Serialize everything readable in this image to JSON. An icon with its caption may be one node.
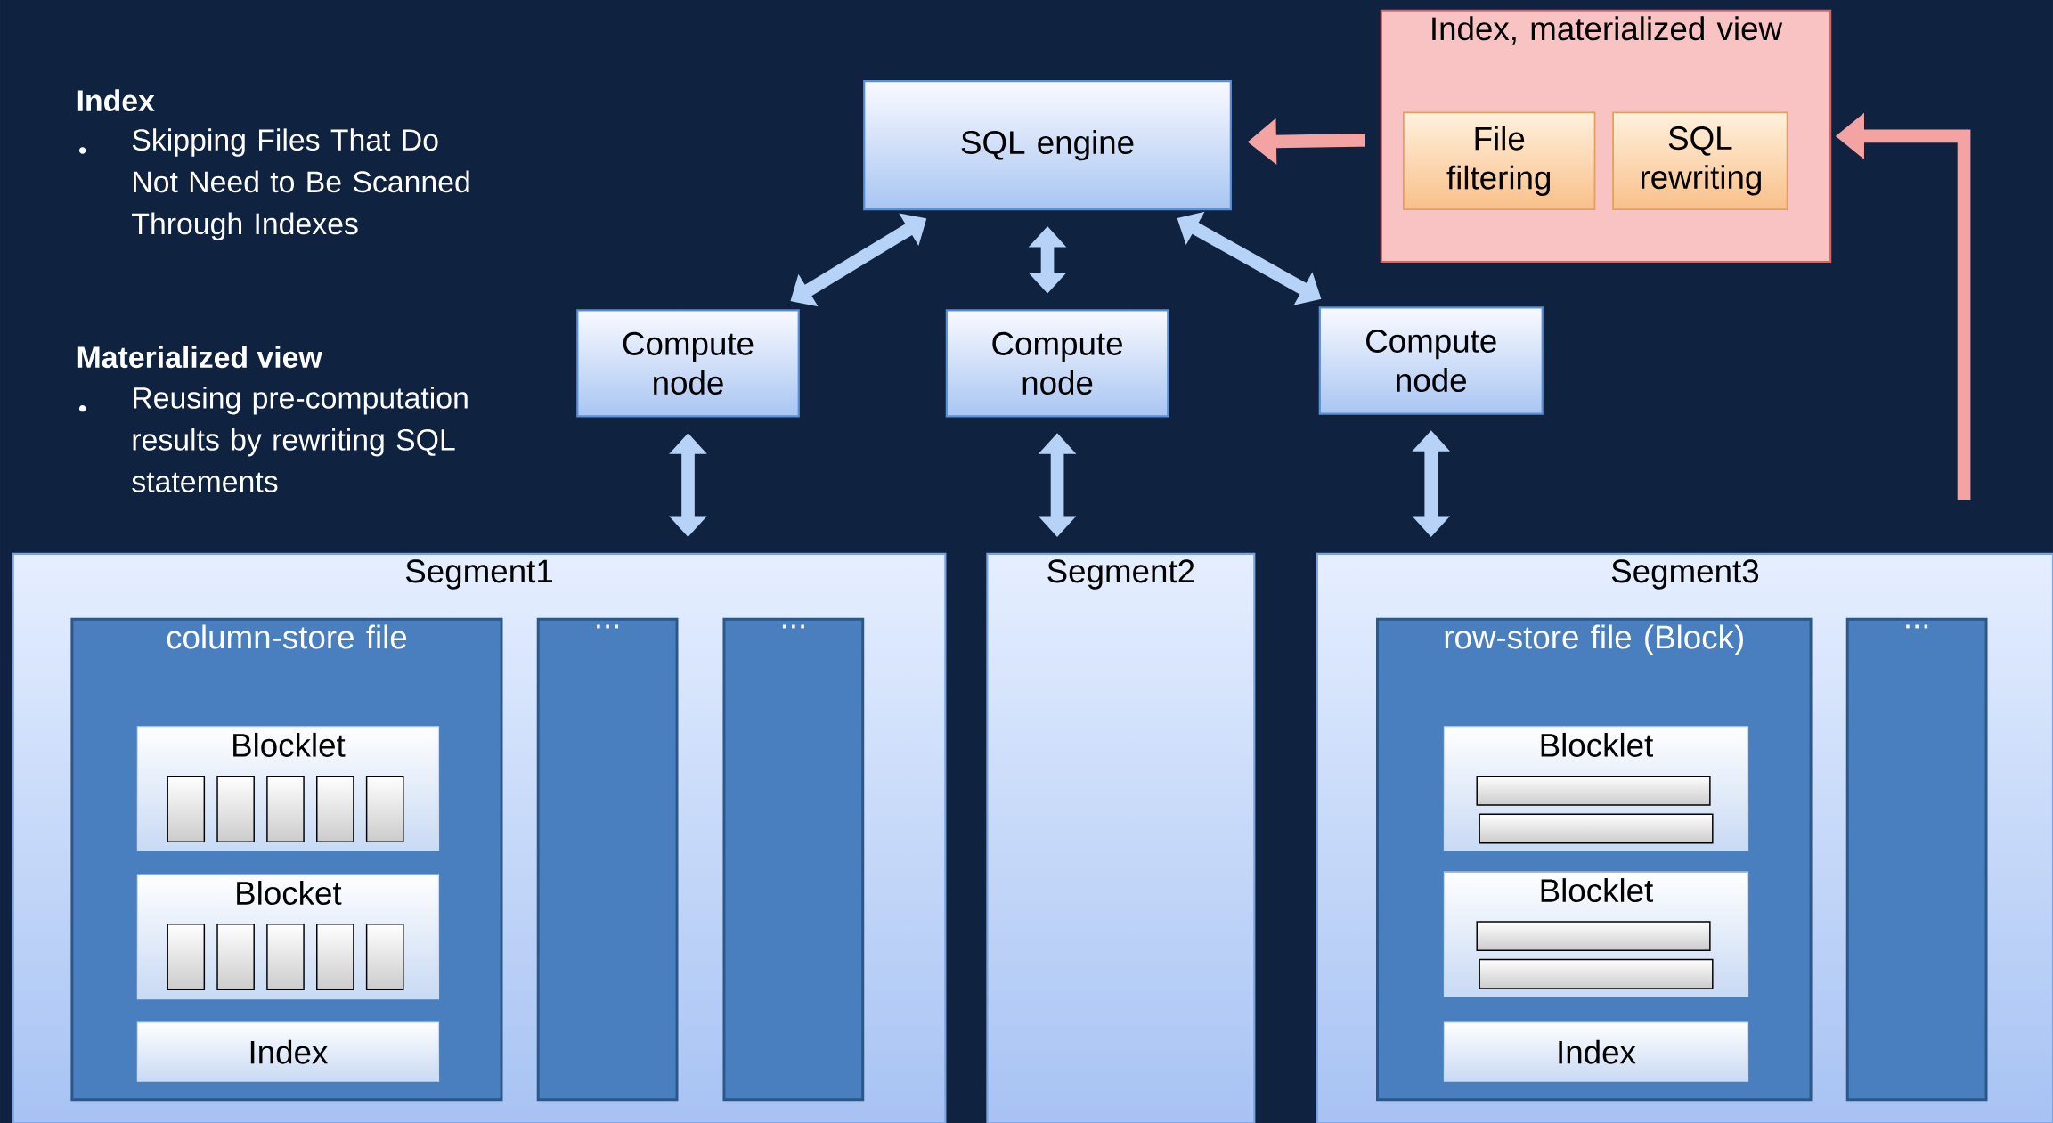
{
  "diagram": {
    "nodes": [
      {
        "text": [
          "SQL engine"
        ]
      },
      {
        "text": [
          "Index, materialized view"
        ]
      },
      {
        "text": [
          "File filtering"
        ],
        "in": 1
      },
      {
        "text": [
          "SQL rewriting"
        ],
        "in": 1
      },
      {
        "text": [
          "Compute node"
        ]
      },
      {
        "text": [
          "Compute node"
        ]
      },
      {
        "text": [
          "Compute node"
        ]
      },
      {
        "text": [
          "Segment1"
        ]
      },
      {
        "text": [
          "column-store file"
        ],
        "in": 7
      },
      {
        "text": [
          "Blocklet"
        ],
        "in": 8
      },
      {
        "text": [
          "Blocket"
        ],
        "in": 8
      },
      {
        "text": [
          "Index"
        ],
        "in": 8
      },
      {
        "text": [
          "..."
        ],
        "in": 7
      },
      {
        "text": [
          "..."
        ],
        "in": 7
      },
      {
        "text": [
          "Segment2"
        ]
      },
      {
        "text": [
          "Segment3"
        ]
      },
      {
        "text": [
          "row-store file (Block)"
        ],
        "in": 15
      },
      {
        "text": [
          "Blocklet"
        ],
        "in": 16
      },
      {
        "text": [
          "Blocklet"
        ],
        "in": 16
      },
      {
        "text": [
          "Index"
        ],
        "in": 16
      },
      {
        "text": [
          "..."
        ],
        "in": 15
      }
    ],
    "edges": [
      {
        "from": 0,
        "to": 4,
        "arrow": "both"
      },
      {
        "from": 0,
        "to": 5,
        "arrow": "both"
      },
      {
        "from": 0,
        "to": 6,
        "arrow": "both"
      },
      {
        "from": 4,
        "to": 7,
        "arrow": "both"
      },
      {
        "from": 5,
        "to": 14,
        "arrow": "both"
      },
      {
        "from": 6,
        "to": 15,
        "arrow": "both"
      },
      {
        "from": 1,
        "to": 0,
        "arrow": "to",
        "color": "#f4a3a3"
      },
      {
        "from": 15,
        "to": 1,
        "arrow": "to",
        "color": "#f4a3a3"
      }
    ],
    "labels": [
      "Index",
      "Skipping Files That Do Not Need to Be Scanned Through Indexes",
      "Materialized view",
      "Reusing pre-computation results by rewriting SQL statements"
    ]
  }
}
